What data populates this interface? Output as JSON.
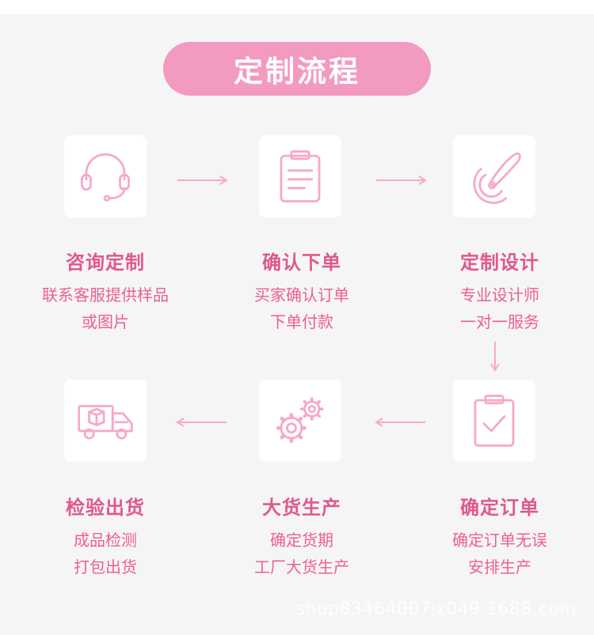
{
  "title": "定制流程",
  "steps": [
    {
      "title": "咨询定制",
      "desc1": "联系客服提供样品",
      "desc2": "或图片",
      "icon": "headset-icon"
    },
    {
      "title": "确认下单",
      "desc1": "买家确认订单",
      "desc2": "下单付款",
      "icon": "clipboard-icon"
    },
    {
      "title": "定制设计",
      "desc1": "专业设计师",
      "desc2": "一对一服务",
      "icon": "design-brush-icon"
    },
    {
      "title": "确定订单",
      "desc1": "确定订单无误",
      "desc2": "安排生产",
      "icon": "clipboard-check-icon"
    },
    {
      "title": "大货生产",
      "desc1": "确定货期",
      "desc2": "工厂大货生产",
      "icon": "gears-icon"
    },
    {
      "title": "检验出货",
      "desc1": "成品检测",
      "desc2": "打包出货",
      "icon": "delivery-truck-icon"
    }
  ],
  "watermark": "shop83464007jz049.1688.com",
  "colors": {
    "accent": "#f39ac1",
    "title_text": "#e0588d",
    "desc_text": "#ee5f8f",
    "icon_stroke": "#f6a8c9",
    "background": "#f5f5f5"
  }
}
